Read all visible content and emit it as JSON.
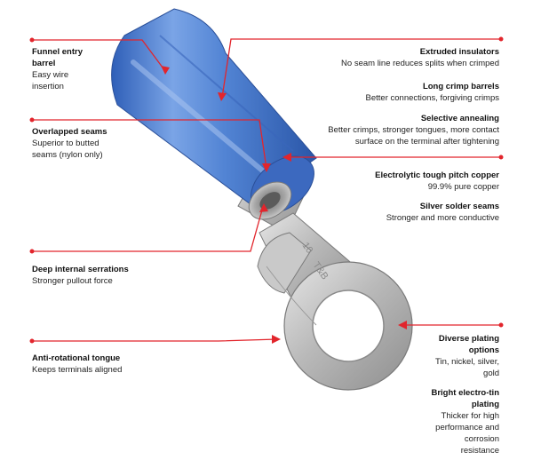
{
  "colors": {
    "callout_line": "#e2252c",
    "insulator_blue": "#4f80d0",
    "metal": "#c2c2c2"
  },
  "terminal_stamp": {
    "size": "10",
    "brand": "T&B"
  },
  "callouts": {
    "funnel_entry_barrel": {
      "title": "Funnel entry barrel",
      "desc": "Easy wire insertion"
    },
    "overlapped_seams": {
      "title": "Overlapped seams",
      "desc": "Superior to butted seams (nylon only)"
    },
    "deep_internal_serrations": {
      "title": "Deep internal serrations",
      "desc": "Stronger pullout force"
    },
    "anti_rotational_tongue": {
      "title": "Anti-rotational tongue",
      "desc": "Keeps terminals aligned"
    },
    "extruded_insulators": {
      "title": "Extruded insulators",
      "desc": "No seam line reduces splits when crimped"
    },
    "long_crimp_barrels": {
      "title": "Long crimp barrels",
      "desc": "Better connections,  forgiving crimps"
    },
    "selective_annealing": {
      "title": "Selective annealing",
      "desc": "Better crimps, stronger tongues, more contact surface on the terminal after tightening"
    },
    "electrolytic_copper": {
      "title": "Electrolytic tough pitch copper",
      "desc": "99.9% pure copper"
    },
    "silver_solder_seams": {
      "title": "Silver solder seams",
      "desc": "Stronger and more conductive"
    },
    "diverse_plating": {
      "title": "Diverse plating options",
      "desc": "Tin, nickel, silver, gold"
    },
    "bright_electro_tin": {
      "title": "Bright electro-tin plating",
      "desc": "Thicker for high performance and corrosion resistance"
    }
  }
}
